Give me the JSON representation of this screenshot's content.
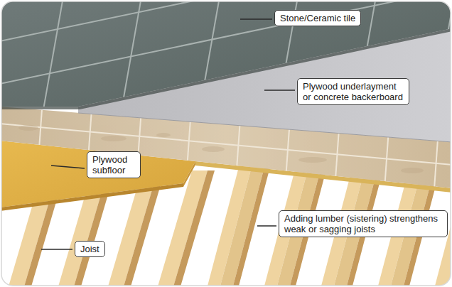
{
  "diagram": {
    "nodes": [
      {
        "text": [
          "Stone/Ceramic tile"
        ]
      },
      {
        "text": [
          "Plywood underlayment or concrete backerboard"
        ]
      },
      {
        "text": [
          "Plywood subfloor"
        ]
      },
      {
        "text": [
          "Joist"
        ]
      },
      {
        "text": [
          "Adding lumber (sistering) strengthens weak or sagging joists"
        ]
      }
    ]
  }
}
